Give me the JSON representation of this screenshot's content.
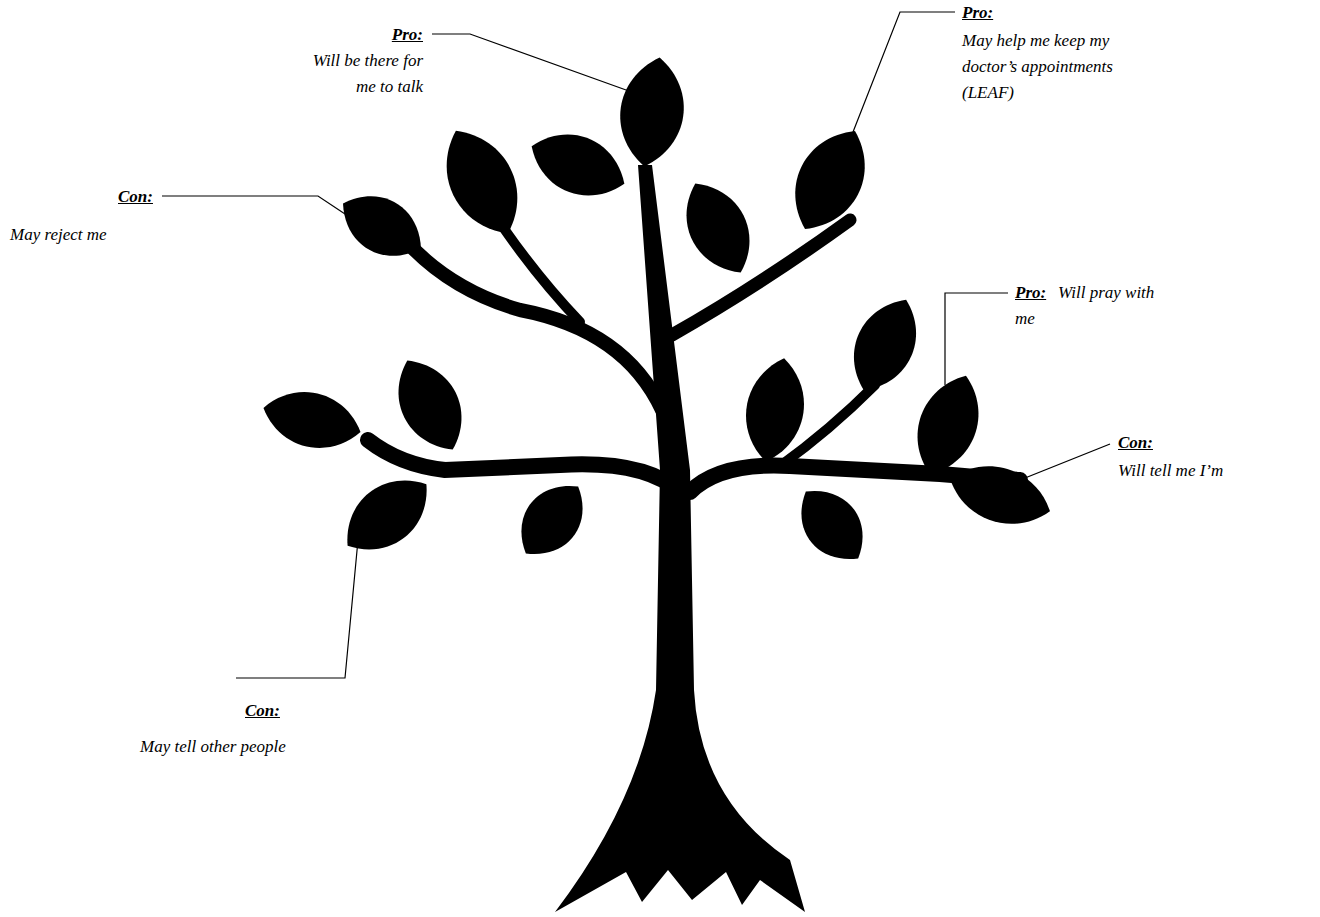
{
  "diagram": {
    "labels": [
      "Pro:",
      "Will be there for me to talk",
      "Pro:",
      "May help me keep my doctor’s appointments (LEAF)",
      "Con:",
      "May reject me",
      "Pro:",
      "Will pray with me",
      "Con:",
      "Will tell me I’m",
      "Con:",
      "May tell other people"
    ]
  }
}
